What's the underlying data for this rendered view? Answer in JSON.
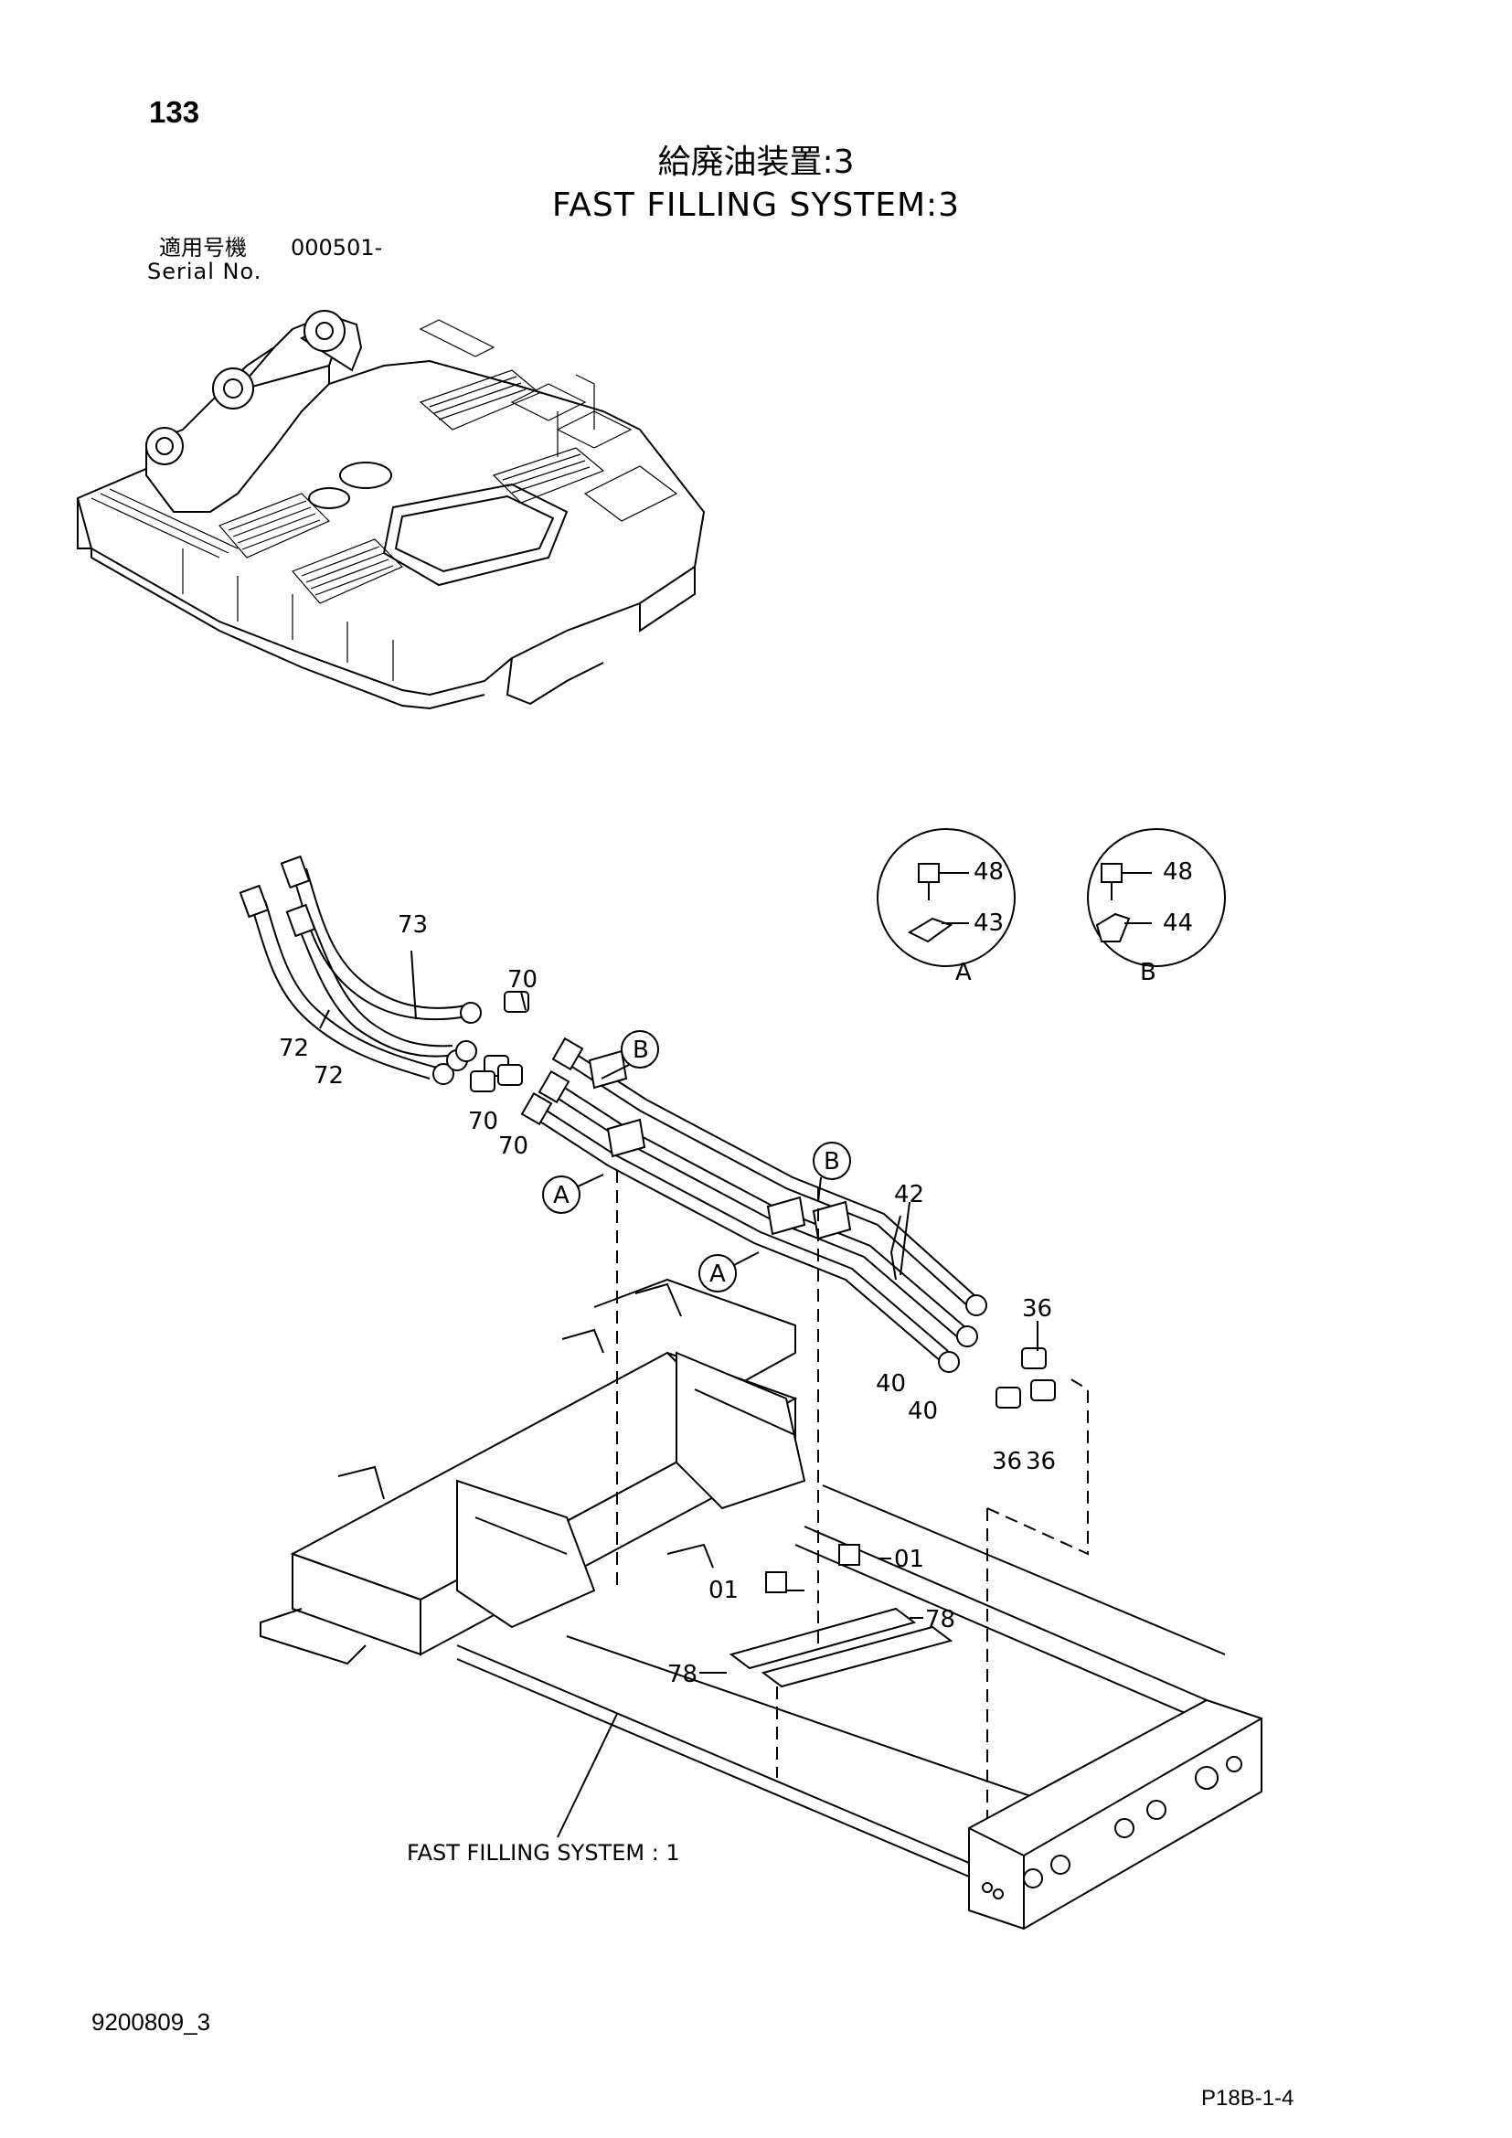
{
  "header": {
    "page_number": "133",
    "title_jp": "給廃油装置:3",
    "title_en": "FAST FILLING SYSTEM:3",
    "serial_jp": "適用号機",
    "serial_range": "000501-",
    "serial_en": "Serial No."
  },
  "callouts": {
    "p73": "73",
    "p70a": "70",
    "p70b": "70",
    "p70c": "70",
    "p72a": "72",
    "p72b": "72",
    "p48a": "48",
    "p43": "43",
    "p48b": "48",
    "p44": "44",
    "p42": "42",
    "p40a": "40",
    "p40b": "40",
    "p36a": "36",
    "p36b": "36",
    "p36c": "36",
    "p01a": "01",
    "p01b": "01",
    "p78a": "78",
    "p78b": "78",
    "ref_fast_filling": "FAST FILLING SYSTEM : 1"
  },
  "detail_markers": {
    "detail_a_label": "A",
    "detail_b_label": "B",
    "marker_a1": "A",
    "marker_a2": "A",
    "marker_b1": "B",
    "marker_b2": "B"
  },
  "footer": {
    "doc_code": "9200809_3",
    "page_code": "P18B-1-4"
  }
}
